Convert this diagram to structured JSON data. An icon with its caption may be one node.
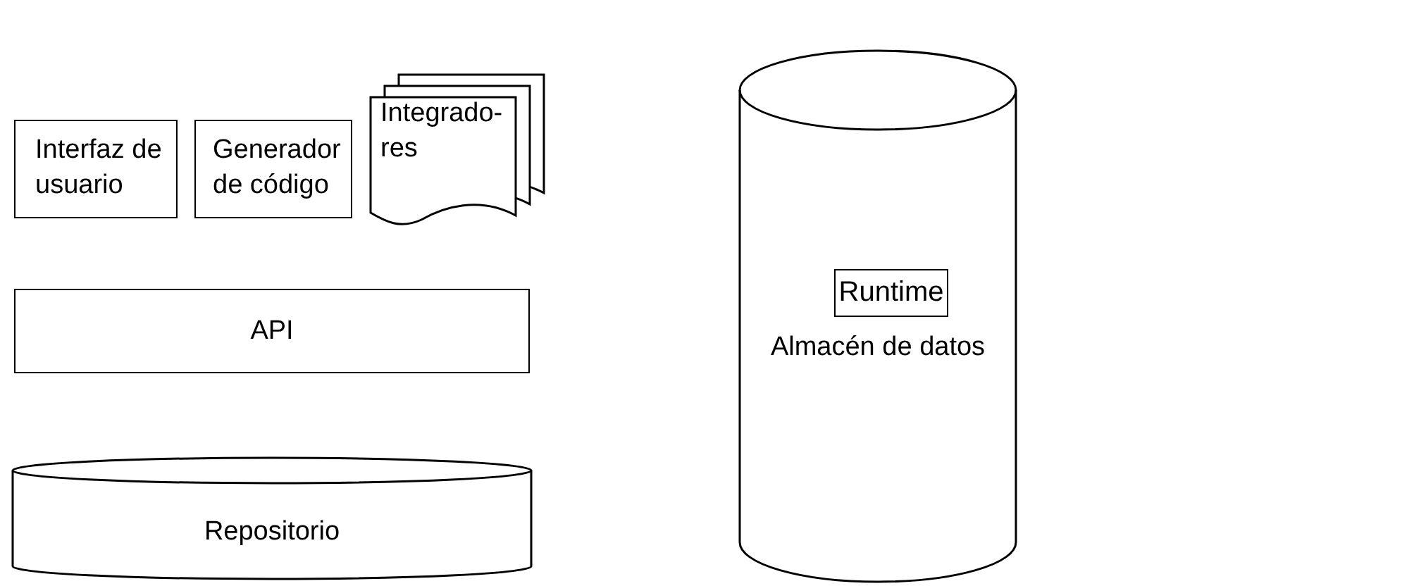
{
  "diagram": {
    "nodes": [
      {
        "text": [
          "Interfaz de usuario"
        ]
      },
      {
        "text": [
          "Generador de código"
        ]
      },
      {
        "text": [
          "Integrado- res"
        ]
      },
      {
        "text": [
          "API"
        ]
      },
      {
        "text": [
          "Repositorio"
        ]
      },
      {
        "text": [
          "Almacén de datos"
        ]
      },
      {
        "text": [
          "Runtime"
        ],
        "in": 5
      }
    ],
    "edges": []
  }
}
